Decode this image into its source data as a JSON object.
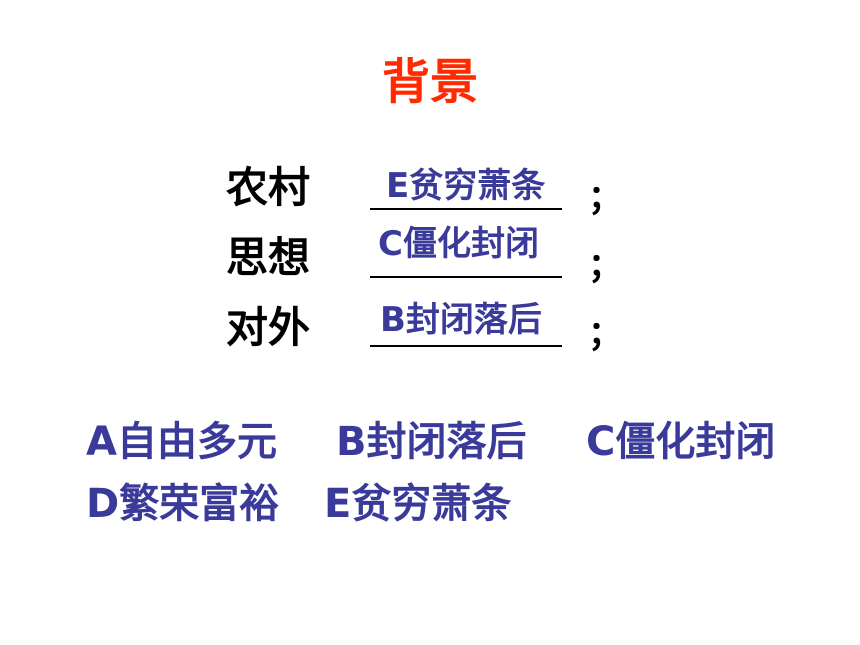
{
  "title": "背景",
  "rows": [
    {
      "label": "农村",
      "answer": "E贫穷萧条",
      "punct": "；"
    },
    {
      "label": "思想",
      "answer": "C僵化封闭",
      "punct": "；"
    },
    {
      "label": "对外",
      "answer": "B封闭落后",
      "punct": "；"
    }
  ],
  "options": [
    {
      "text": "A自由多元"
    },
    {
      "text": "B封闭落后"
    },
    {
      "text": "C僵化封闭"
    },
    {
      "text": "D繁荣富裕"
    },
    {
      "text": "E贫穷萧条"
    }
  ],
  "colors": {
    "title": "#ff2a00",
    "answer": "#3a3a9a",
    "label": "#000000"
  }
}
